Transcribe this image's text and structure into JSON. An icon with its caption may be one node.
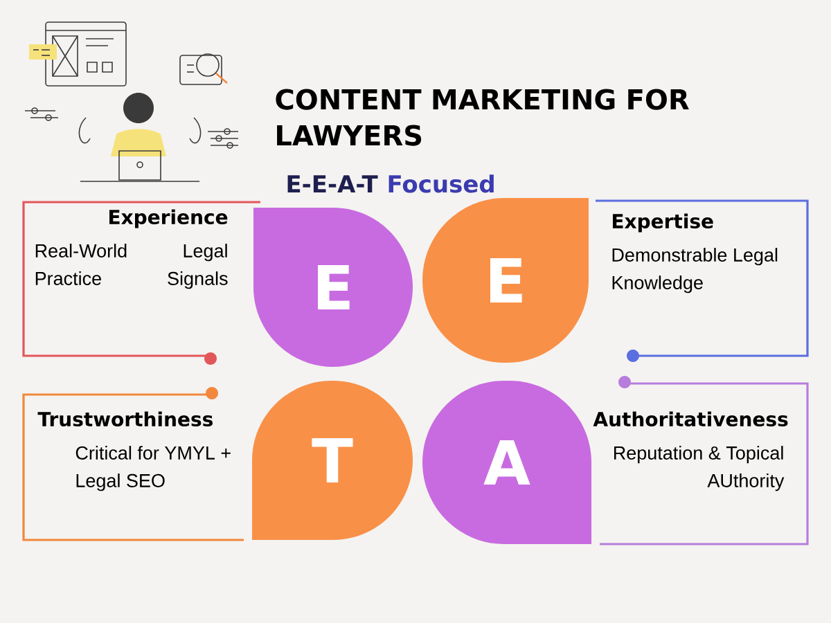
{
  "diagram": {
    "title": "CONTENT MARKETING FOR LAWYERS",
    "nodes": [
      {
        "text": [
          "Experience",
          "Real-World Legal Practice Signals"
        ]
      },
      {
        "text": [
          "E"
        ]
      },
      {
        "text": [
          "E"
        ]
      },
      {
        "text": [
          "Expertise",
          "Demonstrable Legal Knowledge"
        ]
      },
      {
        "text": [
          "Trustworthiness",
          "Critical for YMYL + Legal SEO"
        ]
      },
      {
        "text": [
          "T"
        ]
      },
      {
        "text": [
          "A"
        ]
      },
      {
        "text": [
          "Authoritativeness",
          "Reputation & Topical AUthority"
        ]
      }
    ],
    "labels": [
      "E-E-A-T",
      "Focused"
    ]
  }
}
